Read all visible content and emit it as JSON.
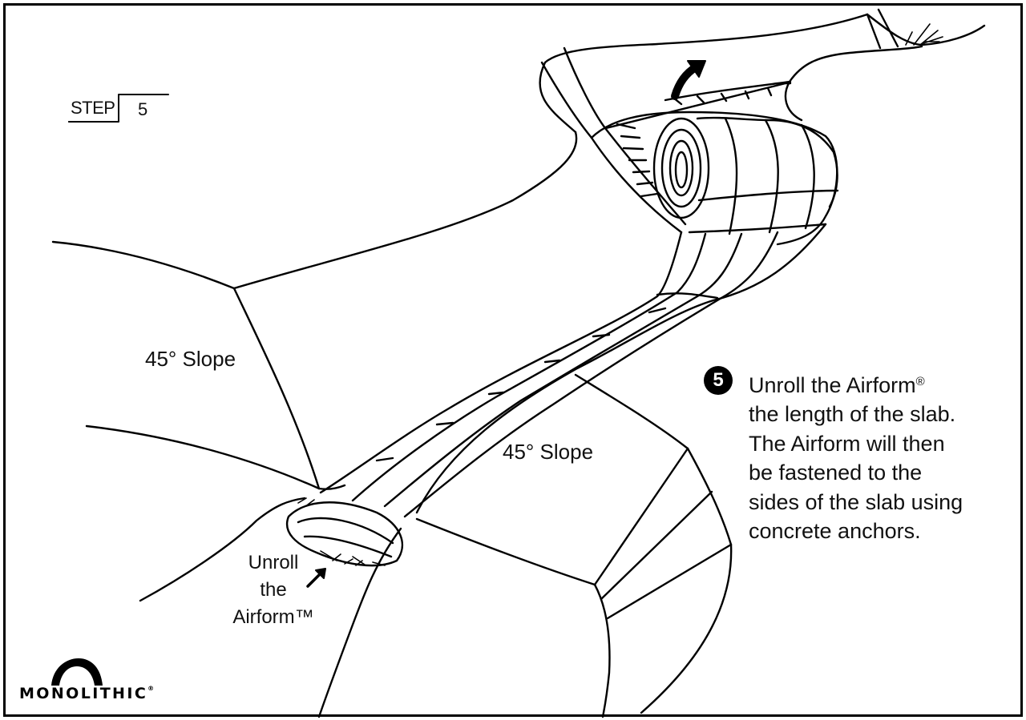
{
  "step": {
    "label": "STEP",
    "number": "5"
  },
  "slope_labels": {
    "left": "45° Slope",
    "right": "45° Slope"
  },
  "unroll_callout": {
    "line1": "Unroll",
    "line2": "the",
    "line3": "Airform™"
  },
  "instructions": {
    "badge": "5",
    "line1": "Unroll the Airform",
    "line1_mark": "®",
    "line2": "the length of the slab.",
    "line3": "The Airform will then",
    "line4": "be fastened to the",
    "line5": "sides of the slab using",
    "line6": "concrete anchors."
  },
  "logo": {
    "text": "MONOLITHIC",
    "mark": "®"
  },
  "colors": {
    "ink": "#000000",
    "paper": "#ffffff"
  },
  "icons": [
    "step-number-badge-icon",
    "curved-arrow-icon",
    "small-arrow-icon",
    "monolithic-dome-logo-icon"
  ]
}
